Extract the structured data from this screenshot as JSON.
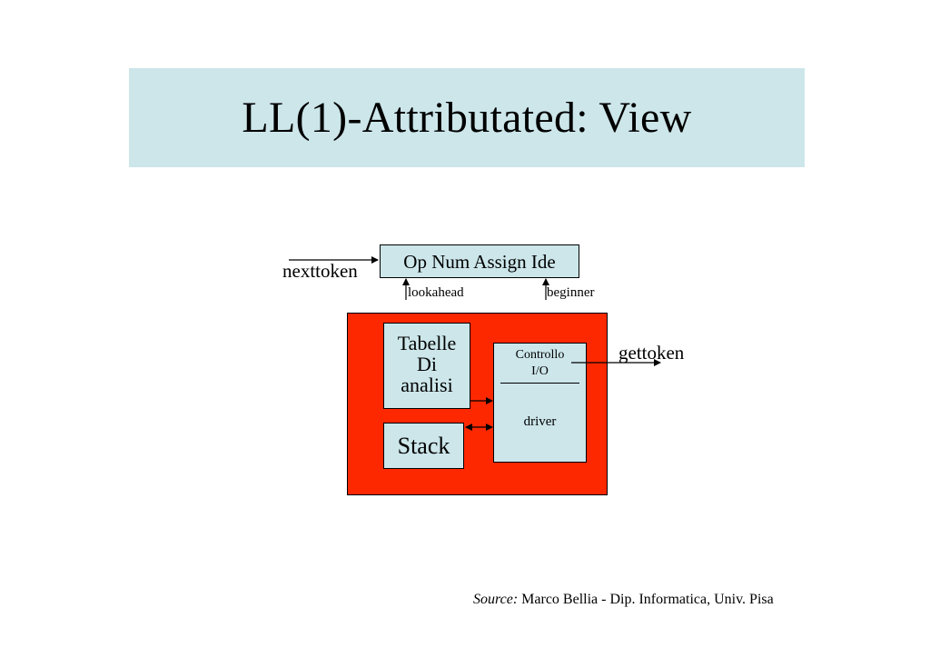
{
  "title": "LL(1)-Attributated: View",
  "diagram": {
    "tokens_box": "Op Num Assign Ide",
    "nexttoken_label": "nexttoken",
    "lookahead_label": "lookahead",
    "beginner_label": "beginner",
    "tables_box": [
      "Tabelle",
      "Di",
      "analisi"
    ],
    "stack_box": "Stack",
    "control_label": [
      "Controllo",
      "I/O"
    ],
    "driver_label": "driver",
    "gettoken_label": "gettoken"
  },
  "footer": {
    "source_prefix": "Source:",
    "source_text": " Marco Bellia - Dip. Informatica, Univ. Pisa"
  },
  "colors": {
    "banner": "#cce6ea",
    "panel": "#fe2800",
    "box": "#cce6ea"
  }
}
